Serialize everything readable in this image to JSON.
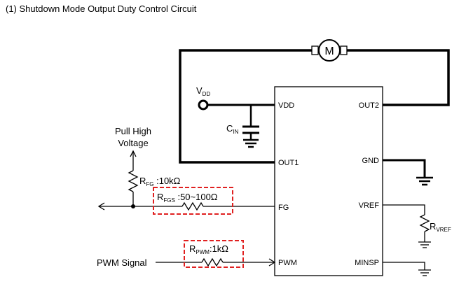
{
  "title": "(1) Shutdown Mode Output Duty Control Circuit",
  "motor": {
    "label": "M"
  },
  "supply": {
    "name": "V",
    "sub": "DD"
  },
  "capacitor": {
    "name": "C",
    "sub": "IN"
  },
  "pullup": {
    "line1": "Pull High",
    "line2": "Voltage"
  },
  "rfg": {
    "name": "R",
    "sub": "FG",
    "value": " :10kΩ"
  },
  "rfgs": {
    "name": "R",
    "sub": "FGS",
    "value": " :50~100Ω"
  },
  "rpwm": {
    "name": "R",
    "sub": "PWM",
    "value": ":1kΩ"
  },
  "rvref": {
    "name": "R",
    "sub": "VREF"
  },
  "pwm_signal": "PWM Signal",
  "pins": {
    "vdd": "VDD",
    "out1": "OUT1",
    "fg": "FG",
    "pwm": "PWM",
    "out2": "OUT2",
    "gnd": "GND",
    "vref": "VREF",
    "minsp": "MINSP"
  },
  "colors": {
    "wire": "#000000",
    "highlight": "#e02020"
  }
}
